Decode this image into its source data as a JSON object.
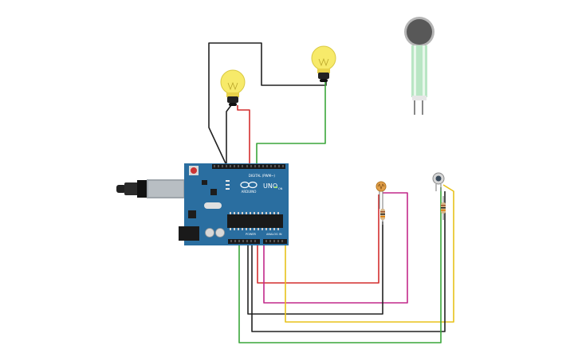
{
  "board": {
    "logo_text": "ARDUINO",
    "model": "UNO",
    "digital_header": "DIGITAL (PWM~)",
    "power_header": "POWER",
    "analog_header": "ANALOG IN",
    "on_label": "ON"
  },
  "colors": {
    "board": "#2a6ea0",
    "board_dark": "#1f5a86",
    "wire_black": "#222222",
    "wire_red": "#d32f2f",
    "wire_green": "#3aa63a",
    "wire_magenta": "#c2298a",
    "wire_yellow": "#e8c21a",
    "bulb": "#f7ea6a"
  },
  "components": [
    {
      "id": "arduino",
      "kind": "microcontroller"
    },
    {
      "id": "bulb-1",
      "kind": "light-bulb"
    },
    {
      "id": "bulb-2",
      "kind": "light-bulb"
    },
    {
      "id": "force-sensor",
      "kind": "force-sensitive-resistor"
    },
    {
      "id": "photoresistor",
      "kind": "photoresistor"
    },
    {
      "id": "resistor-1",
      "kind": "resistor"
    },
    {
      "id": "temp-sensor",
      "kind": "sensor"
    },
    {
      "id": "resistor-2",
      "kind": "resistor"
    }
  ]
}
